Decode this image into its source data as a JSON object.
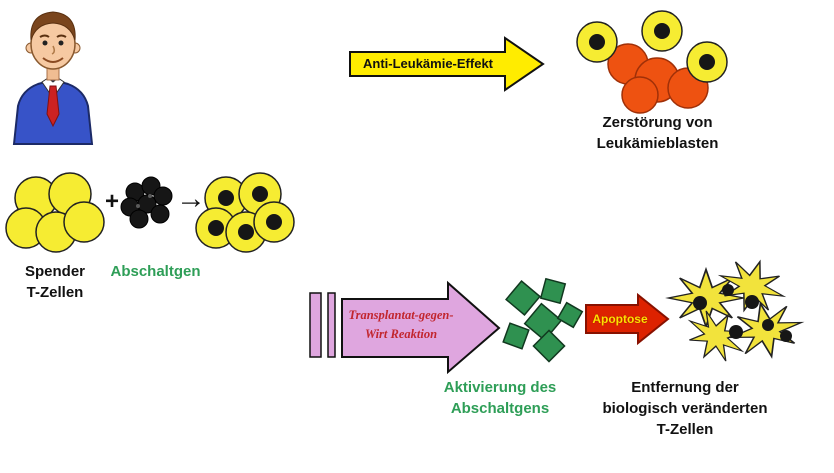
{
  "colors": {
    "cell_yellow": "#f6ec32",
    "nucleus_black": "#161616",
    "leukemia_orange": "#ee5211",
    "block_arrow_yellow": "#ffec00",
    "gvh_arrow_pink": "#dfa6df",
    "apoptosis_arrow_red": "#dd2200",
    "gene_diamond_green": "#2f9150",
    "label_green": "#2e9e57",
    "gvh_text_red": "#c2262e",
    "suit_blue": "#3753c8",
    "tie_red": "#cc2222"
  },
  "top_row": {
    "anti_leukemia_label": "Anti-Leukämie-Effekt",
    "destruction_line1": "Zerstörung von",
    "destruction_line2": "Leukämieblasten"
  },
  "middle_row": {
    "donor_line1": "Spender",
    "donor_line2": "T-Zellen",
    "plus_sign": "+",
    "arrow_sign": "→",
    "gene_label": "Abschaltgen"
  },
  "bottom_row": {
    "gvh_line1": "Transplantat-gegen-",
    "gvh_line2": "Wirt Reaktion",
    "apoptosis_label": "Apoptose",
    "activation_line1": "Aktivierung des",
    "activation_line2": "Abschaltgens",
    "removal_line1": "Entfernung der",
    "removal_line2": "biologisch veränderten",
    "removal_line3": "T-Zellen"
  }
}
